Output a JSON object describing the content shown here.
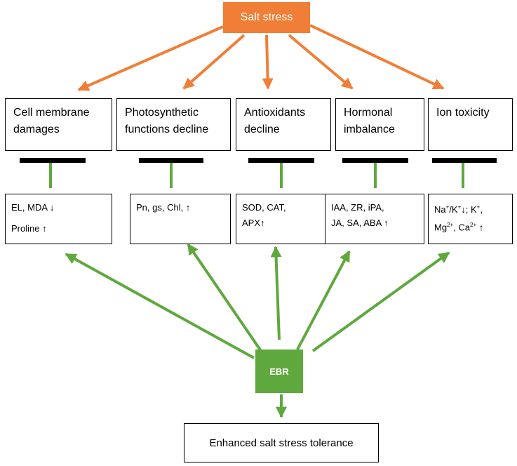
{
  "stressor": "Salt stress",
  "treatment": "EBR",
  "outcome": "Enhanced salt stress tolerance",
  "categories": [
    {
      "line1": "Cell membrane",
      "line2": "damages"
    },
    {
      "line1": "Photosynthetic",
      "line2": "functions decline"
    },
    {
      "line1": "Antioxidants",
      "line2": "decline"
    },
    {
      "line1": "Hormonal",
      "line2": "imbalance"
    },
    {
      "line1": "Ion toxicity",
      "line2": ""
    }
  ],
  "effects": [
    {
      "line1": "EL, MDA ↓",
      "line2": "Proline ↑"
    },
    {
      "line1": "Pn, gs, Chl, ↑",
      "line2": ""
    },
    {
      "line1": "SOD, CAT,",
      "line2": "APX↑"
    },
    {
      "line1": "IAA, ZR, iPA,",
      "line2": "JA, SA, ABA ↑"
    }
  ],
  "ion_effect": {
    "na": "Na",
    "plus": "+",
    "slash_k": "/K",
    "arrow_k": "↓; K",
    "comma": ",",
    "mg": "Mg",
    "two_plus": "2+",
    "ca": ", Ca",
    "up": " ↑"
  },
  "colors": {
    "orange": "#f07e36",
    "green": "#5fa83e",
    "black": "#000000"
  }
}
